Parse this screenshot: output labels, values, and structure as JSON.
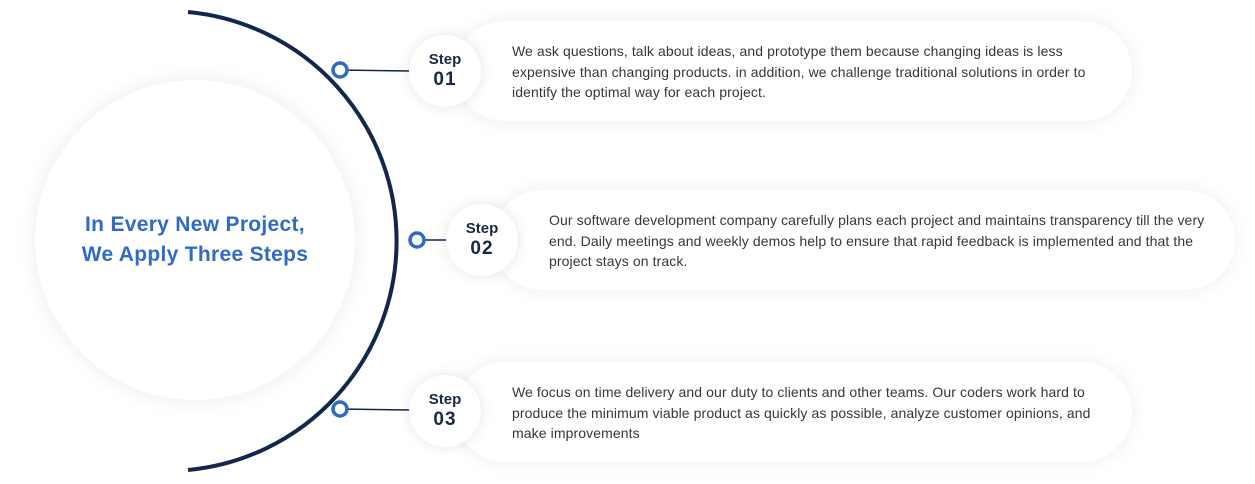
{
  "center": {
    "title": "In Every New Project, We Apply Three Steps"
  },
  "colors": {
    "arc": "#13264d",
    "node_ring": "#2f6bc5",
    "title": "#2f6bc5",
    "text": "#33373d"
  },
  "steps": [
    {
      "label": "Step",
      "number": "01",
      "text": "We ask questions, talk about ideas, and prototype them because changing ideas is less expensive than changing products. in addition, we challenge traditional solutions in order to identify the optimal way for each project."
    },
    {
      "label": "Step",
      "number": "02",
      "text": "Our software development company carefully plans each project and maintains transparency till the very end. Daily meetings and weekly demos help to ensure that rapid feedback is implemented and that the project stays on track."
    },
    {
      "label": "Step",
      "number": "03",
      "text": "We focus on time delivery and our duty to clients and other teams. Our coders work hard to produce the minimum viable product as quickly as possible, analyze customer opinions, and make improvements"
    }
  ]
}
